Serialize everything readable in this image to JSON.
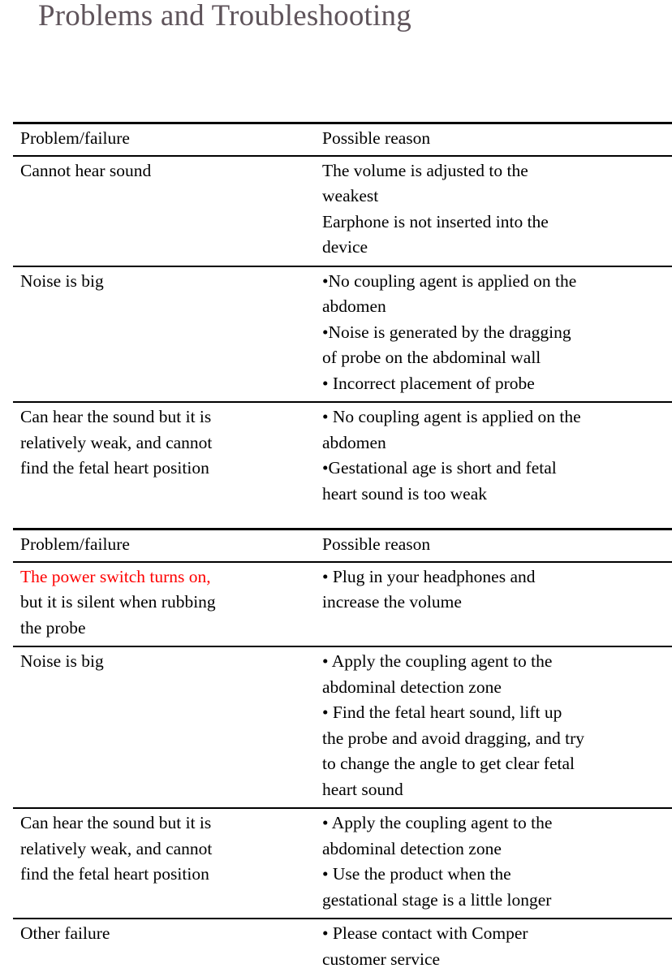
{
  "document": {
    "title": "Problems and Troubleshooting",
    "title_color": "#5f545b",
    "highlight_color": "#fe0000"
  },
  "tables": [
    {
      "name": "troubleshooting-table-1",
      "header": {
        "col1": "Problem/failure",
        "col2": "Possible reason"
      },
      "rows": [
        {
          "problem": [
            "Cannot hear sound"
          ],
          "reason": [
            "The volume is adjusted to the",
            "weakest",
            "Earphone is not inserted into the",
            "device"
          ]
        },
        {
          "problem": [
            "Noise is big"
          ],
          "reason": [
            "•No coupling agent is applied on the",
            "abdomen",
            "•Noise is generated by the dragging",
            "of probe on the abdominal wall",
            "• Incorrect placement of probe"
          ]
        },
        {
          "problem": [
            "Can hear the sound but it is",
            "relatively weak, and cannot",
            "find the fetal heart position"
          ],
          "reason": [
            "• No coupling agent is applied on the",
            "abdomen",
            "•Gestational age is short and fetal",
            "heart sound is too weak"
          ]
        }
      ]
    },
    {
      "name": "troubleshooting-table-2",
      "header": {
        "col1": "Problem/failure",
        "col2": "Possible reason"
      },
      "rows": [
        {
          "problem_highlighted": "The power switch turns on,",
          "problem": [
            "but it is silent when rubbing",
            "the probe"
          ],
          "reason": [
            "• Plug in your headphones and",
            "increase the volume"
          ]
        },
        {
          "problem": [
            "Noise is big"
          ],
          "reason": [
            "• Apply the coupling agent to the",
            "abdominal detection zone",
            "• Find the fetal heart sound, lift up",
            "the probe and avoid dragging, and try",
            "to change the angle to get clear fetal",
            "heart sound"
          ]
        },
        {
          "problem": [
            "Can hear the sound but it is",
            "relatively weak, and cannot",
            "find the fetal heart position"
          ],
          "reason": [
            "• Apply the coupling agent to the",
            "abdominal detection zone",
            "• Use the product when the",
            "gestational stage is a little longer"
          ]
        },
        {
          "problem": [
            "Other failure"
          ],
          "reason": [
            "• Please contact with Comper",
            "customer service"
          ]
        }
      ]
    }
  ]
}
